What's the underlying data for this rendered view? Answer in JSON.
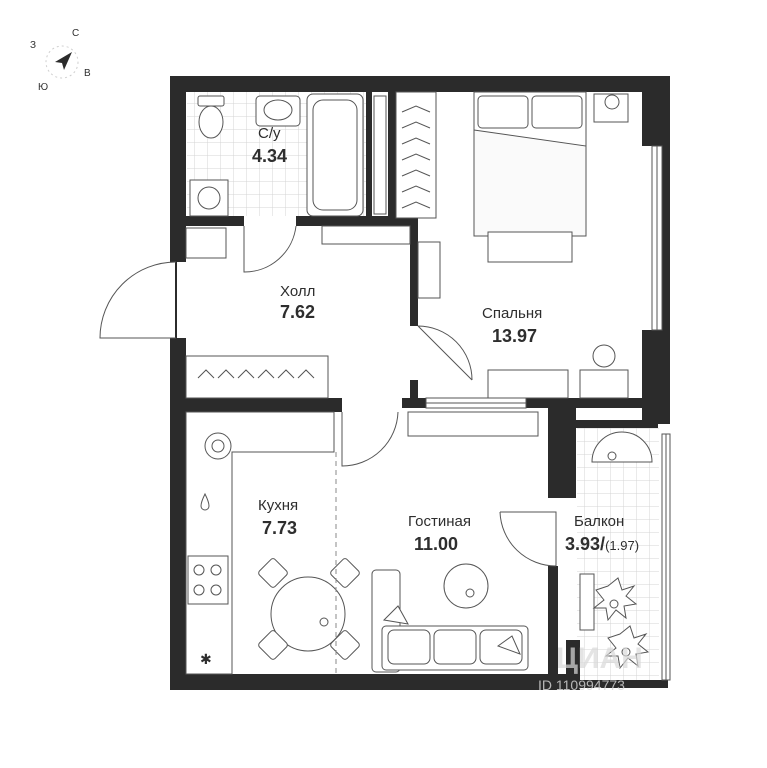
{
  "compass": {
    "north": "С",
    "east": "В",
    "south": "Ю",
    "west": "З"
  },
  "rooms": {
    "bathroom": {
      "name": "С/у",
      "area": "4.34"
    },
    "hall": {
      "name": "Холл",
      "area": "7.62"
    },
    "bedroom": {
      "name": "Спальня",
      "area": "13.97"
    },
    "kitchen": {
      "name": "Кухня",
      "area": "7.73"
    },
    "living": {
      "name": "Гостиная",
      "area": "11.00"
    },
    "balcony": {
      "name": "Балкон",
      "area": "3.93",
      "separator": "/",
      "reduced_area": "(1.97)"
    }
  },
  "watermark": {
    "brand": "ЦИАН",
    "id": "ID 110994773"
  },
  "colors": {
    "wall": "#2b2b2b",
    "line": "#555555",
    "tile": "#d4d4d4"
  }
}
